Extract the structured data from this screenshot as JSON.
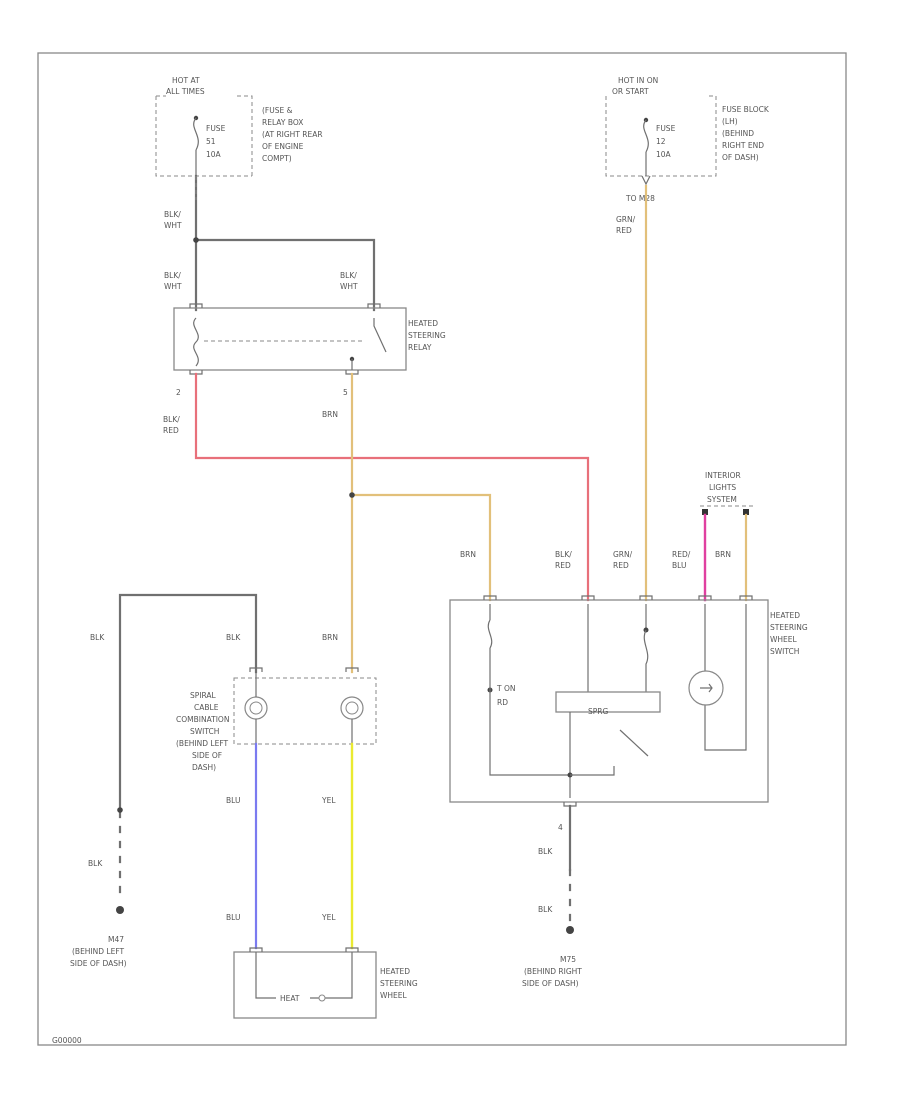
{
  "diagram": {
    "power_left": {
      "header": [
        "HOT AT",
        "ALL TIMES"
      ],
      "fuse": [
        "FUSE",
        "51",
        "10A"
      ],
      "location": [
        "(FUSE &",
        "RELAY BOX",
        "(AT RIGHT REAR",
        "OF ENGINE",
        "COMPT)"
      ]
    },
    "power_right": {
      "header": [
        "HOT IN ON",
        "OR START"
      ],
      "fuse": [
        "FUSE",
        "12",
        "10A"
      ],
      "location": [
        "FUSE BLOCK",
        "(LH)",
        "(BEHIND",
        "RIGHT END",
        "OF DASH)"
      ],
      "to_label": "TO  M28"
    },
    "relay": {
      "label": [
        "HEATED",
        "STEERING",
        "RELAY"
      ],
      "pin_left": "2",
      "pin_right": "5"
    },
    "switch": {
      "label": [
        "HEATED",
        "STEERING",
        "WHEEL",
        "SWITCH"
      ],
      "mode_text": [
        "T ON",
        "RD"
      ],
      "element_label": "SPRG",
      "pin_bottom": "4"
    },
    "spiral": {
      "label": [
        "SPIRAL",
        "CABLE",
        "COMBINATION",
        "SWITCH",
        "(BEHIND LEFT",
        "SIDE OF",
        "DASH)"
      ]
    },
    "wheel": {
      "label": [
        "HEATED",
        "STEERING",
        "WHEEL"
      ],
      "inner": "HEAT"
    },
    "interior": {
      "label": [
        "INTERIOR",
        "LIGHTS",
        "SYSTEM"
      ]
    },
    "ground_left": {
      "label": [
        "M47",
        "(BEHIND LEFT",
        "SIDE OF DASH)"
      ]
    },
    "ground_right": {
      "label": [
        "M75",
        "(BEHIND RIGHT",
        "SIDE OF DASH)"
      ]
    },
    "wires": {
      "blk_wht_top": [
        "BLK/",
        "WHT"
      ],
      "blk_wht_relay_left": [
        "BLK/",
        "WHT"
      ],
      "blk_wht_relay_right": [
        "BLK/",
        "WHT"
      ],
      "blk_red_relay": [
        "BLK/",
        "RED"
      ],
      "brn_relay": "BRN",
      "grn_red_top": [
        "GRN/",
        "RED"
      ],
      "brn_sw1": "BRN",
      "blk_red_sw": [
        "BLK/",
        "RED"
      ],
      "grn_red_sw": [
        "GRN/",
        "RED"
      ],
      "red_blu_sw": [
        "RED/",
        "BLU"
      ],
      "brn_sw2": "BRN",
      "blk_left": "BLK",
      "blk_spiral": "BLK",
      "brn_spiral": "BRN",
      "blu_1": "BLU",
      "yel_1": "YEL",
      "blk_gl_1": "BLK",
      "blu_2": "BLU",
      "yel_2": "YEL",
      "blk_gr_1": "BLK",
      "blk_gr_2": "BLK"
    },
    "footer_code": "G00000"
  }
}
